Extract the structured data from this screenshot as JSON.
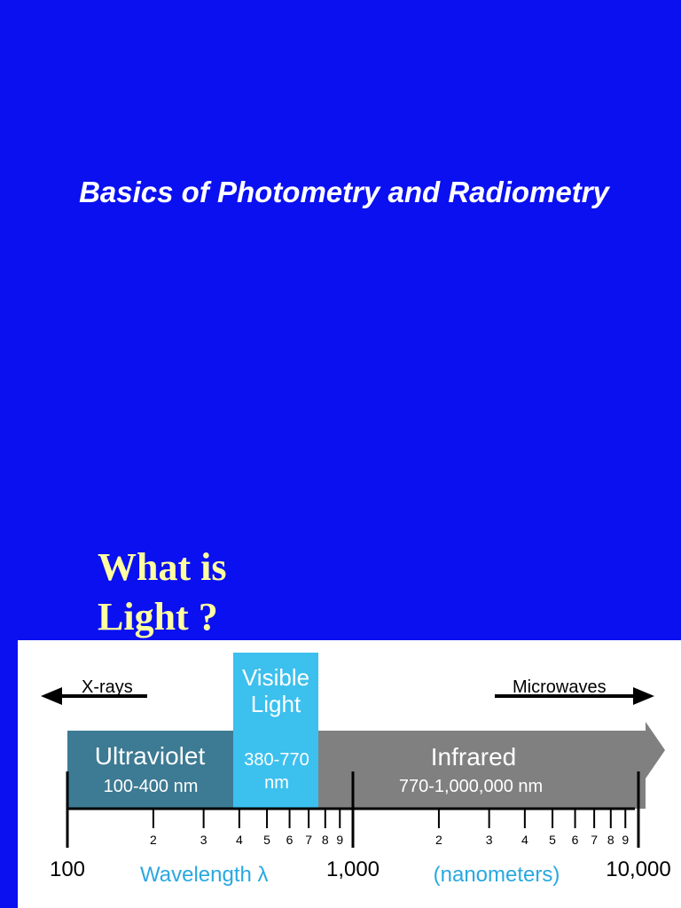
{
  "slide": {
    "title": "Basics of Photometry and Radiometry",
    "question_line1": "What is",
    "question_line2": "Light ?"
  },
  "spectrum": {
    "xrays_label": "X-rays",
    "microwaves_label": "Microwaves",
    "visible_label_line1": "Visible",
    "visible_label_line2": "Light",
    "visible_range_line1": "380-770",
    "visible_range_line2": "nm",
    "ultraviolet_label": "Ultraviolet",
    "ultraviolet_range": "100-400 nm",
    "infrared_label": "Infrared",
    "infrared_range": "770-1,000,000 nm",
    "axis_major_labels": [
      "100",
      "1,000",
      "10,000"
    ],
    "axis_minor_labels_decade1": [
      "2",
      "3",
      "4",
      "5",
      "6",
      "7",
      "8",
      "9"
    ],
    "axis_minor_labels_decade2": [
      "2",
      "3",
      "4",
      "5",
      "6",
      "7",
      "8",
      "9"
    ],
    "wavelength_label": "Wavelength λ",
    "units_label": "(nanometers)",
    "colors": {
      "background": "#0a10f0",
      "title_text": "#ffffff",
      "question_text": "#ffffa0",
      "ultraviolet": "#3d7a93",
      "visible": "#3cc0ee",
      "infrared": "#808080",
      "axis_caption": "#2aa8e0"
    }
  }
}
